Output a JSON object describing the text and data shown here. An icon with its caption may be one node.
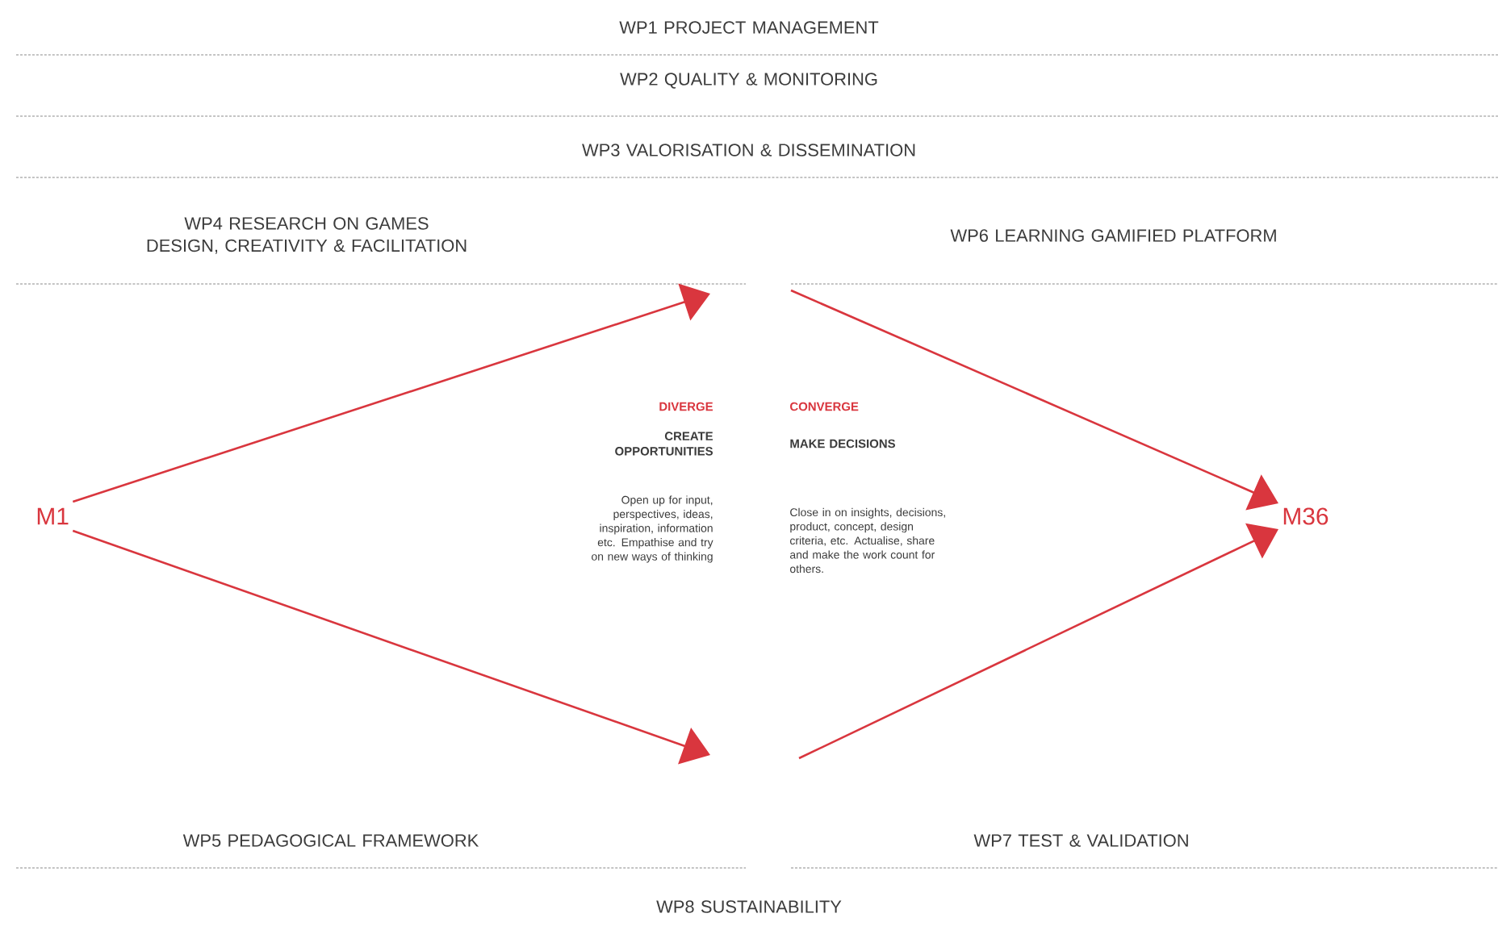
{
  "diagram": {
    "nodes": [
      {
        "text": [
          "M1"
        ]
      },
      {
        "text": [
          "M36"
        ]
      }
    ],
    "edges": [
      {
        "from": 0,
        "to": null,
        "arrow": "to"
      },
      {
        "from": 0,
        "to": null,
        "arrow": "to"
      },
      {
        "from": null,
        "to": 1,
        "arrow": "to"
      },
      {
        "from": null,
        "to": 1,
        "arrow": "to"
      }
    ],
    "labels": [
      "WP1 PROJECT MANAGEMENT",
      "WP2 QUALITY & MONITORING",
      "WP3 VALORISATION & DISSEMINATION",
      "WP4 RESEARCH ON GAMES DESIGN, CREATIVITY & FACILITATION",
      "WP6 LEARNING GAMIFIED PLATFORM",
      "DIVERGE",
      "CREATE OPPORTUNITIES",
      "Open up for input, perspectives, ideas, inspiration, information etc. Empathise and try on new ways of thinking",
      "CONVERGE",
      "MAKE DECISIONS",
      "Close in on insights, decisions, product, concept, design criteria, etc. Actualise, share and make the work count for others.",
      "WP5 PEDAGOGICAL FRAMEWORK",
      "WP7 TEST & VALIDATION",
      "WP8 SUSTAINABILITY"
    ]
  }
}
